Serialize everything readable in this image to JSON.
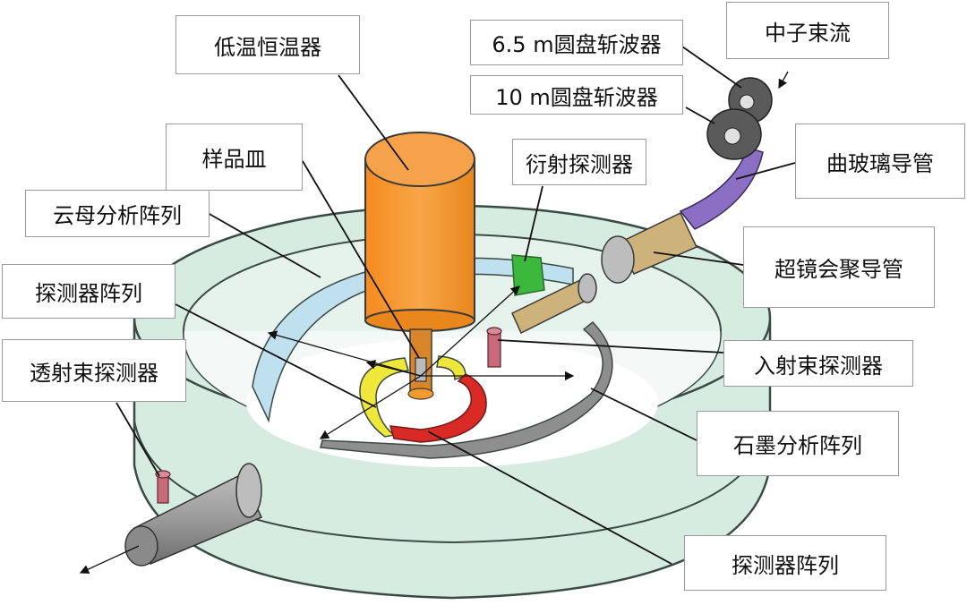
{
  "labels": {
    "cryostat": "低温恒温器",
    "sample_dish": "样品皿",
    "mica_array": "云母分析阵列",
    "detector_array_left": "探测器阵列",
    "transmitted_detector": "透射束探测器",
    "chopper_6_5": "6.5 m圆盘斩波器",
    "chopper_10": "10 m圆盘斩波器",
    "neutron_beam": "中子束流",
    "curved_guide": "曲玻璃导管",
    "diffraction_detector": "衍射探测器",
    "supermirror_guide": "超镜会聚导管",
    "incident_detector": "入射束探测器",
    "graphite_array": "石墨分析阵列",
    "detector_array_bottom": "探测器阵列"
  },
  "colors": {
    "tank": "#d6ece0",
    "tank_edge": "#3a4a44",
    "cryostat": "#f39a2e",
    "mica": "#bfe0ee",
    "yellow_detector": "#efe83a",
    "red_detector": "#d92a25",
    "green_detector": "#3cb83c",
    "guide_purple": "#8a6fc4",
    "guide_tan": "#cdb27a",
    "grey_pipe": "#9a9a9a",
    "chopper_disk": "#5a5a5a",
    "pink_detector": "#c86a7a"
  }
}
